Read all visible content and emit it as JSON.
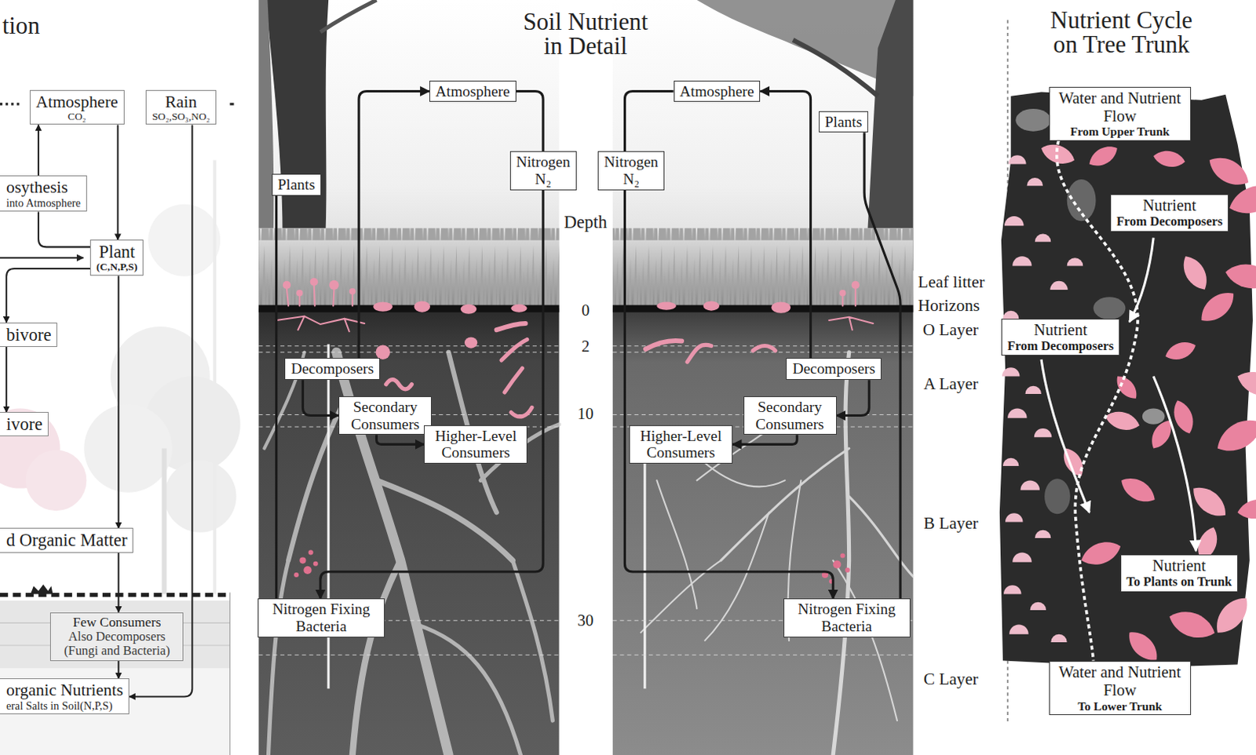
{
  "diagram": {
    "nodes": [
      {
        "text": [
          "Atmosphere",
          "CO₂"
        ]
      },
      {
        "text": [
          "Rain",
          "SO₂,SO₃,NO₂"
        ]
      },
      {
        "text": [
          "osythesis",
          "into Atmosphere"
        ]
      },
      {
        "text": [
          "Plant",
          "(C,N,P,S)"
        ]
      },
      {
        "text": [
          "bivore"
        ]
      },
      {
        "text": [
          "ivore"
        ]
      },
      {
        "text": [
          "d Organic Matter"
        ]
      },
      {
        "text": [
          "Few Consumers",
          "Also Decomposers (Fungi and Bacteria)"
        ]
      },
      {
        "text": [
          "organic Nutrients",
          "eral Salts in Soil(N,P,S)"
        ]
      },
      {
        "text": [
          "Atmosphere"
        ]
      },
      {
        "text": [
          "Nitrogen",
          "N₂"
        ]
      },
      {
        "text": [
          "Plants"
        ]
      },
      {
        "text": [
          "Decomposers"
        ]
      },
      {
        "text": [
          "Secondary Consumers"
        ]
      },
      {
        "text": [
          "Higher-Level Consumers"
        ]
      },
      {
        "text": [
          "Nitrogen Fixing Bacteria"
        ]
      },
      {
        "text": [
          "Atmosphere"
        ]
      },
      {
        "text": [
          "Nitrogen",
          "N₂"
        ]
      },
      {
        "text": [
          "Plants"
        ]
      },
      {
        "text": [
          "Decomposers"
        ]
      },
      {
        "text": [
          "Secondary Consumers"
        ]
      },
      {
        "text": [
          "Higher-Level Consumers"
        ]
      },
      {
        "text": [
          "Nitrogen Fixing Bacteria"
        ]
      },
      {
        "text": [
          "Water and Nutrient Flow",
          "From Upper Trunk"
        ]
      },
      {
        "text": [
          "Nutrient",
          "From Decomposers"
        ]
      },
      {
        "text": [
          "Nutrient",
          "From Decomposers"
        ]
      },
      {
        "text": [
          "Nutrient",
          "To Plants on Trunk"
        ]
      },
      {
        "text": [
          "Water and Nutrient Flow",
          "To Lower Trunk"
        ]
      }
    ],
    "edges": [
      {
        "from": 0,
        "to": 3,
        "arrow": "to"
      },
      {
        "from": 2,
        "to": 0,
        "arrow": "to"
      },
      {
        "from": 3,
        "to": 2,
        "arrow": "none"
      },
      {
        "from": 3,
        "to": 4,
        "arrow": "to"
      },
      {
        "from": 4,
        "to": 5,
        "arrow": "to"
      },
      {
        "from": 3,
        "to": 6,
        "arrow": "to"
      },
      {
        "from": 6,
        "to": 7,
        "arrow": "to"
      },
      {
        "from": 7,
        "to": 8,
        "arrow": "to"
      },
      {
        "from": 1,
        "to": 8,
        "arrow": "to"
      },
      {
        "from": 12,
        "to": 9,
        "arrow": "to"
      },
      {
        "from": 9,
        "to": 10,
        "arrow": "none"
      },
      {
        "from": 10,
        "to": 15,
        "arrow": "to"
      },
      {
        "from": 11,
        "to": 15,
        "arrow": "none"
      },
      {
        "from": 12,
        "to": 13,
        "arrow": "to"
      },
      {
        "from": 13,
        "to": 14,
        "arrow": "to"
      },
      {
        "from": 19,
        "to": 16,
        "arrow": "to"
      },
      {
        "from": 16,
        "to": 17,
        "arrow": "none"
      },
      {
        "from": 17,
        "to": 22,
        "arrow": "to"
      },
      {
        "from": 18,
        "to": 22,
        "arrow": "none"
      },
      {
        "from": 19,
        "to": 20,
        "arrow": "to"
      },
      {
        "from": 20,
        "to": 21,
        "arrow": "to"
      },
      {
        "from": 23,
        "to": 27,
        "arrow": "none"
      }
    ],
    "labels": [
      "tion",
      "Soil Nutrient in Detail",
      "Nutrient Cycle on Tree Trunk",
      "Depth",
      "0",
      "2",
      "10",
      "30",
      "Leaf litter",
      "Horizons",
      "O Layer",
      "A Layer",
      "B Layer",
      "C Layer"
    ]
  }
}
